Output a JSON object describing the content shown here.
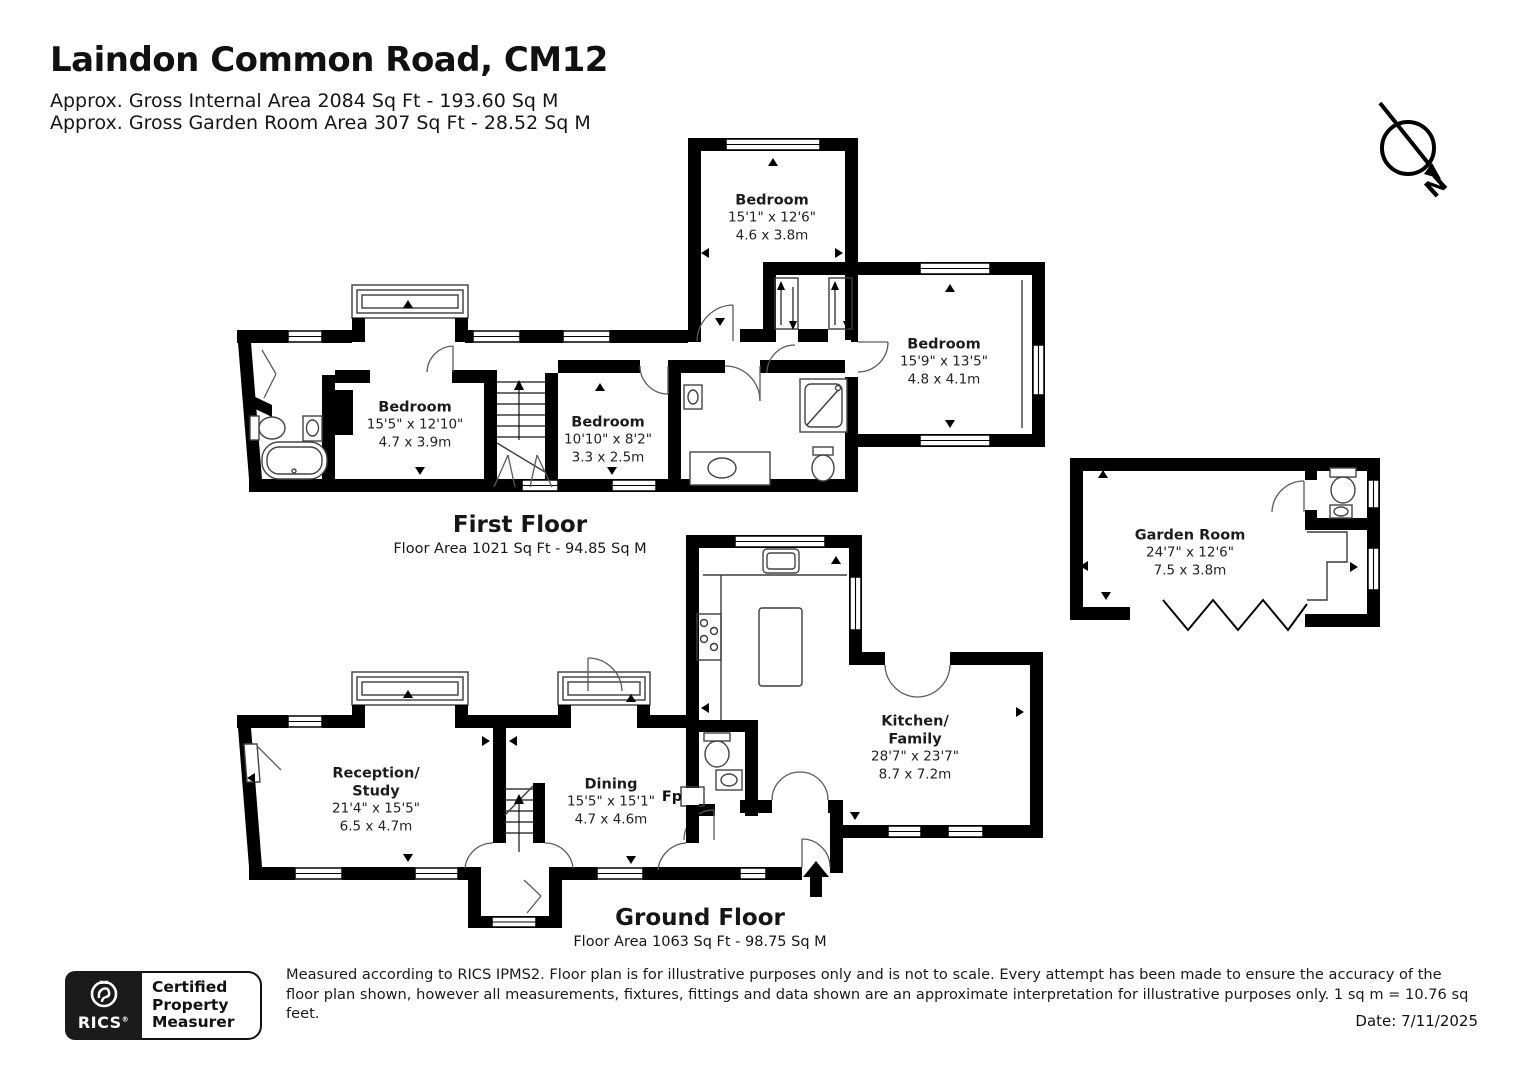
{
  "header": {
    "title": "Laindon Common Road, CM12",
    "subtitle1": "Approx. Gross Internal Area 2084 Sq Ft - 193.60 Sq M",
    "subtitle2": "Approx. Gross Garden Room Area 307 Sq Ft - 28.52 Sq M"
  },
  "compass": {
    "north_label": "N"
  },
  "first_floor": {
    "title": "First Floor",
    "area_label": "Floor Area 1021 Sq Ft - 94.85 Sq M",
    "rooms": {
      "bedroom_top": {
        "name": "Bedroom",
        "imperial": "15'1\" x 12'6\"",
        "metric": "4.6 x 3.8m"
      },
      "bedroom_right": {
        "name": "Bedroom",
        "imperial": "15'9\" x 13'5\"",
        "metric": "4.8 x 4.1m"
      },
      "bedroom_left": {
        "name": "Bedroom",
        "imperial": "15'5\" x 12'10\"",
        "metric": "4.7 x 3.9m"
      },
      "bedroom_middle": {
        "name": "Bedroom",
        "imperial": "10'10\" x 8'2\"",
        "metric": "3.3 x 2.5m"
      }
    }
  },
  "garden_room": {
    "name": "Garden Room",
    "imperial": "24'7\" x 12'6\"",
    "metric": "7.5 x 3.8m"
  },
  "ground_floor": {
    "title": "Ground Floor",
    "area_label": "Floor Area 1063 Sq Ft - 98.75 Sq M",
    "fireplace_label": "Fp",
    "rooms": {
      "reception_study": {
        "name": "Reception/\nStudy",
        "imperial": "21'4\" x 15'5\"",
        "metric": "6.5 x 4.7m"
      },
      "dining": {
        "name": "Dining",
        "imperial": "15'5\" x 15'1\"",
        "metric": "4.7 x 4.6m"
      },
      "kitchen_family": {
        "name": "Kitchen/\nFamily",
        "imperial": "28'7\" x 23'7\"",
        "metric": "8.7 x 7.2m"
      }
    }
  },
  "footer": {
    "rics_org": "RICS",
    "rics_reg": "®",
    "rics_label": "Certified\nProperty\nMeasurer",
    "disclaimer": "Measured according to RICS IPMS2. Floor plan is for illustrative purposes only and is not to scale. Every attempt has been made to ensure the accuracy of the floor plan shown, however all measurements, fixtures, fittings and data shown are an approximate interpretation for illustrative purposes only. 1 sq m = 10.76 sq feet.",
    "date": "Date: 7/11/2025"
  }
}
